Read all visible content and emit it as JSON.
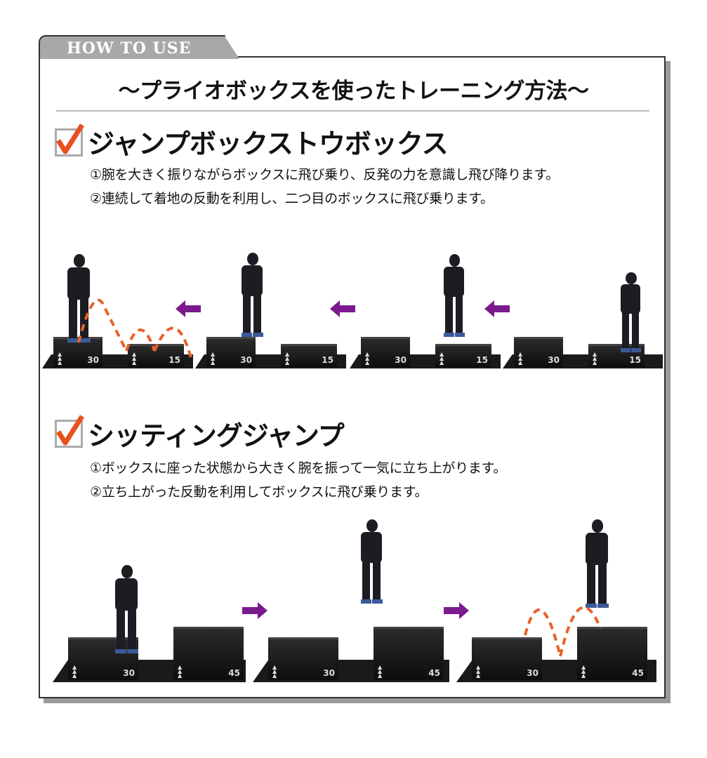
{
  "tab": {
    "label": "HOW TO USE"
  },
  "title": "〜プライオボックスを使ったトレーニング方法〜",
  "sections": [
    {
      "heading": "ジャンプボックストウボックス",
      "steps": [
        "①腕を大きく振りながらボックスに飛び乗り、反発の力を意識し飛び降ります。",
        "②連続して着地の反動を利用し、二つ目のボックスに飛び乗ります。"
      ],
      "box_labels": [
        "30",
        "15"
      ],
      "arrow_direction": "left"
    },
    {
      "heading": "シッティングジャンプ",
      "steps": [
        "①ボックスに座った状態から大きく腕を振って一気に立ち上がります。",
        "②立ち上がった反動を利用してボックスに飛び乗ります。"
      ],
      "box_labels": [
        "30",
        "45"
      ],
      "arrow_direction": "right"
    }
  ],
  "colors": {
    "check": "#e8501e",
    "arrow": "#7b1a8c",
    "jump_path": "#e8622a",
    "tab": "#a8a8a8"
  }
}
